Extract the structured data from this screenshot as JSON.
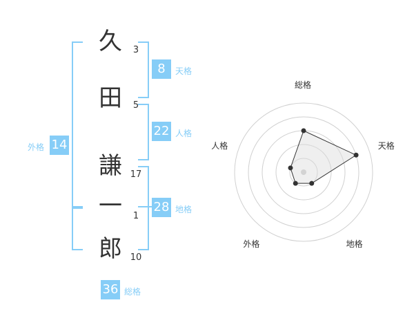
{
  "name": {
    "chars": [
      {
        "char": "久",
        "strokes": "3"
      },
      {
        "char": "田",
        "strokes": "5"
      },
      {
        "char": "謙",
        "strokes": "17"
      },
      {
        "char": "一",
        "strokes": "1"
      },
      {
        "char": "郎",
        "strokes": "10"
      }
    ]
  },
  "kaku": {
    "tenkaku": {
      "label": "天格",
      "value": "8"
    },
    "jinkaku": {
      "label": "人格",
      "value": "22"
    },
    "chikaku": {
      "label": "地格",
      "value": "28"
    },
    "gaikaku": {
      "label": "外格",
      "value": "14"
    },
    "soukaku": {
      "label": "総格",
      "value": "36"
    }
  },
  "colors": {
    "accent": "#86cdf7",
    "text": "#333333"
  },
  "chart_data": {
    "type": "radar",
    "axes": [
      "総格",
      "天格",
      "地格",
      "外格",
      "人格"
    ],
    "values": [
      3,
      4,
      1,
      1,
      1
    ],
    "range": [
      0,
      5
    ],
    "rings": 5
  }
}
